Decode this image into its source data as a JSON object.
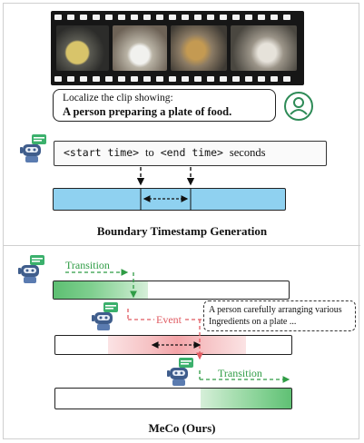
{
  "prompt": {
    "line1": "Localize the clip showing:",
    "query": "A person preparing a plate of food."
  },
  "boundary": {
    "start_token": "<start time>",
    "to": "to",
    "end_token": "<end time>",
    "unit": "seconds",
    "caption": "Boundary Timestamp Generation"
  },
  "meco": {
    "transition_label": "Transition",
    "event_label": "Event",
    "event_text_line1": "A person carefully arranging various",
    "event_text_line2": "Ingredients on a plate ...",
    "caption": "MeCo (Ours)"
  },
  "colors": {
    "timeline_blue": "#8fd1f0",
    "transition_green": "#5dbf72",
    "event_red": "#f3a4a8",
    "arrow_green": "#2f9c45",
    "arrow_red": "#e05b62"
  },
  "icons": [
    "film-strip-icon",
    "user-icon",
    "robot-chat-icon"
  ]
}
